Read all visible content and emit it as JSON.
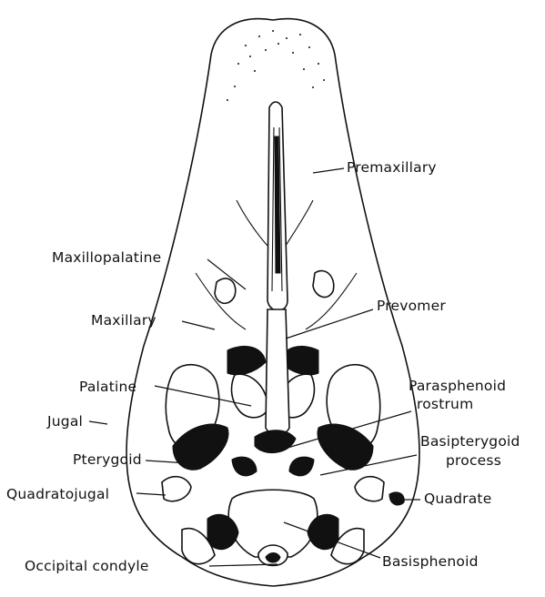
{
  "diagram": {
    "labels": {
      "premaxillary": "Premaxillary",
      "maxillopalatine": "Maxillopalatine",
      "prevomer": "Prevomer",
      "maxillary": "Maxillary",
      "palatine": "Palatine",
      "parasphenoid_1": "Parasphenoid",
      "parasphenoid_2": "rostrum",
      "jugal": "Jugal",
      "basipterygoid_1": "Basipterygoid",
      "basipterygoid_2": "process",
      "pterygoid": "Pterygoid",
      "quadratojugal": "Quadratojugal",
      "quadrate": "Quadrate",
      "basisphenoid": "Basisphenoid",
      "occipital_condyle": "Occipital condyle"
    }
  }
}
